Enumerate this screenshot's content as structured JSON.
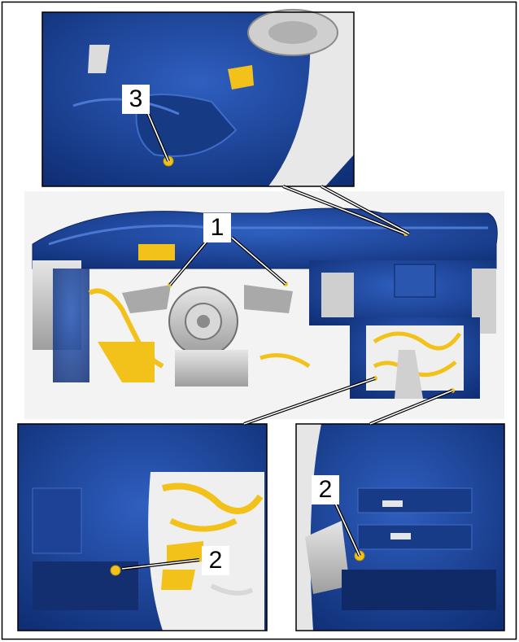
{
  "callouts": {
    "c1": "1",
    "c2_left": "2",
    "c2_right": "2",
    "c3": "3"
  },
  "colors": {
    "frame_blue": "#1a3f8f",
    "harness_yellow": "#f2c21a",
    "grey_part": "#bdbdbd",
    "border": "#000000"
  }
}
